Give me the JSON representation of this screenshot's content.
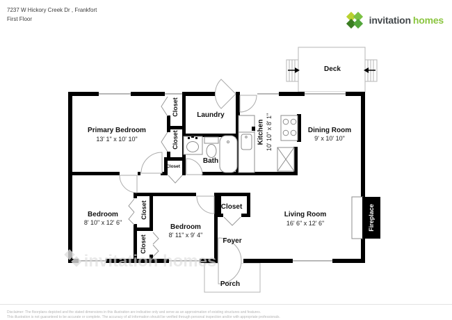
{
  "header": {
    "address": "7237 W Hickory Creek Dr , Frankfort",
    "floor": "First Floor"
  },
  "brand": {
    "word1": "invitation",
    "word2": "homes",
    "green": "#8bc540",
    "dark": "#43484b",
    "pinwheel_colors": [
      "#b9d12f",
      "#7bc143",
      "#3a7d22",
      "#52a53b"
    ]
  },
  "watermark_text": "invitation homes",
  "rooms": {
    "primary_bedroom": {
      "name": "Primary Bedroom",
      "dims": "13' 1\" x 10' 10\""
    },
    "laundry": {
      "name": "Laundry"
    },
    "bath": {
      "name": "Bath"
    },
    "kitchen": {
      "name": "Kitchen",
      "dims": "10' 10\" x 8' 1\""
    },
    "dining": {
      "name": "Dining Room",
      "dims": "9' x 10' 10\""
    },
    "living": {
      "name": "Living Room",
      "dims": "16' 6\" x 12' 6\""
    },
    "bedroom_left": {
      "name": "Bedroom",
      "dims": "8' 10\" x 12' 6\""
    },
    "bedroom_middle": {
      "name": "Bedroom",
      "dims": "8' 11\" x 9' 4\""
    },
    "foyer": {
      "name": "Foyer"
    },
    "deck": {
      "name": "Deck"
    },
    "porch": {
      "name": "Porch"
    },
    "fireplace": {
      "name": "Fireplace"
    },
    "closet": {
      "name": "Closet"
    }
  },
  "footer": {
    "line1": "Disclaimer: The floorplans depicted and the stated dimensions in this illustration are indicative only and serve as an approximation of existing structures and features.",
    "line2": "This illustration is not guaranteed to be accurate or complete. The accuracy of all information should be verified through personal inspection and/or with appropriate professionals."
  }
}
